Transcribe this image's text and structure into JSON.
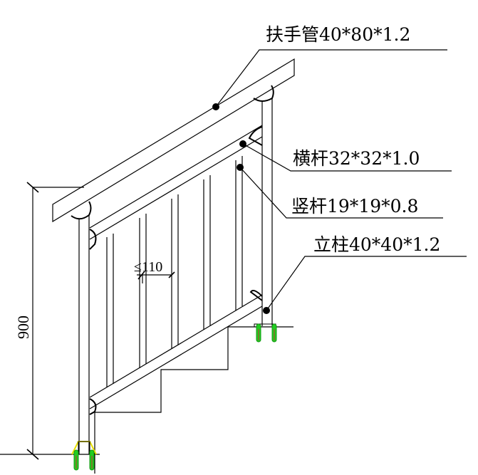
{
  "labels": {
    "handrail": "扶手管40*80*1.2",
    "horizontal_rail": "横杆32*32*1.0",
    "baluster": "竖杆19*19*0.8",
    "post": "立柱40*40*1.2"
  },
  "dimensions": {
    "height": "900",
    "spacing": "≤110"
  },
  "colors": {
    "line": "#000000",
    "anchor_bolt": "#22cc22",
    "base_plate_marker": "#e8e000",
    "background": "#ffffff"
  }
}
